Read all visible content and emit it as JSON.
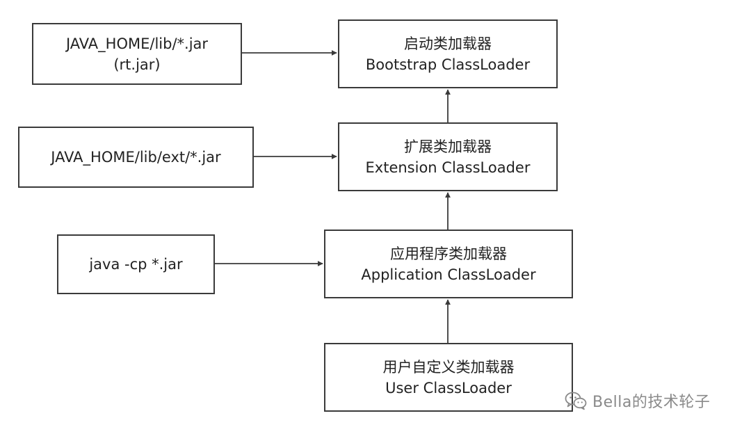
{
  "sources": {
    "jre": {
      "line1": "JAVA_HOME/lib/*.jar",
      "line2": "(rt.jar)"
    },
    "ext": {
      "line1": "JAVA_HOME/lib/ext/*.jar"
    },
    "cp": {
      "line1": "java -cp *.jar"
    }
  },
  "loaders": {
    "bootstrap": {
      "cn": "启动类加载器",
      "en": "Bootstrap ClassLoader"
    },
    "extension": {
      "cn": "扩展类加载器",
      "en": "Extension ClassLoader"
    },
    "application": {
      "cn": "应用程序类加载器",
      "en": "Application ClassLoader"
    },
    "user": {
      "cn": "用户自定义类加载器",
      "en": "User ClassLoader"
    }
  },
  "watermark": {
    "text": "Bella的技术轮子"
  },
  "colors": {
    "line": "#3a3a3a",
    "text": "#222222",
    "watermark": "#8a8a8a"
  }
}
